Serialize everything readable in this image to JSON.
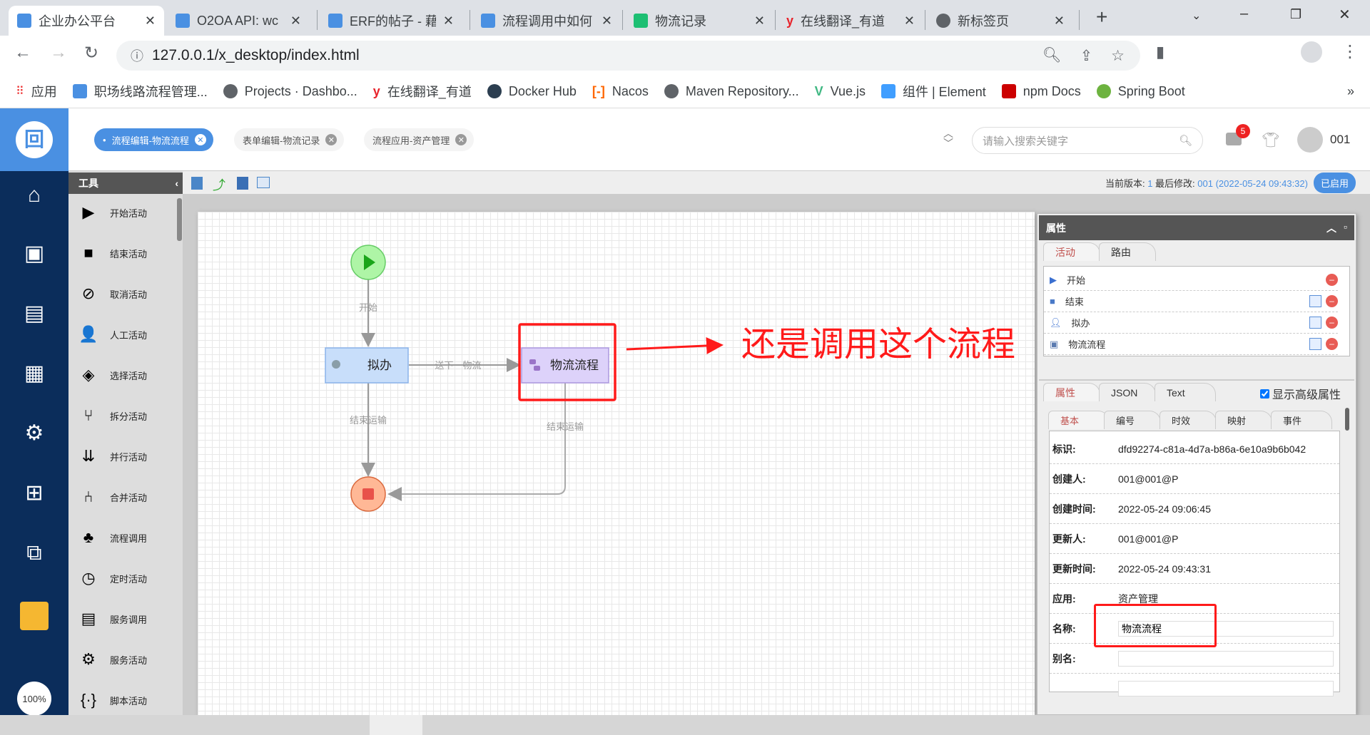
{
  "browser": {
    "tabs": [
      {
        "title": "企业办公平台",
        "active": true
      },
      {
        "title": "O2OA API: wc"
      },
      {
        "title": "ERF的帖子 - 藉"
      },
      {
        "title": "流程调用中如何"
      },
      {
        "title": "物流记录"
      },
      {
        "title": "在线翻译_有道"
      },
      {
        "title": "新标签页"
      }
    ],
    "url": "127.0.0.1/x_desktop/index.html",
    "bookmarks": [
      "应用",
      "职场线路流程管理...",
      "Projects · Dashbo...",
      "在线翻译_有道",
      "Docker Hub",
      "Nacos",
      "Maven Repository...",
      "Vue.js",
      "组件 | Element",
      "npm Docs",
      "Spring Boot"
    ],
    "more": "»"
  },
  "app": {
    "page_tabs": [
      {
        "label": "流程编辑-物流流程",
        "active": true
      },
      {
        "label": "表单编辑-物流记录"
      },
      {
        "label": "流程应用-资产管理"
      }
    ],
    "search_placeholder": "请输入搜索关键字",
    "notif_count": "5",
    "user": "001",
    "zoom": "100%"
  },
  "tools": {
    "title": "工具",
    "items": [
      {
        "label": "开始活动",
        "icon": "▶"
      },
      {
        "label": "结束活动",
        "icon": "■"
      },
      {
        "label": "取消活动",
        "icon": "⊘"
      },
      {
        "label": "人工活动",
        "icon": "👤"
      },
      {
        "label": "选择活动",
        "icon": "◈"
      },
      {
        "label": "拆分活动",
        "icon": "⑂"
      },
      {
        "label": "并行活动",
        "icon": "⇊"
      },
      {
        "label": "合并活动",
        "icon": "⑃"
      },
      {
        "label": "流程调用",
        "icon": "♣"
      },
      {
        "label": "定时活动",
        "icon": "◷"
      },
      {
        "label": "服务调用",
        "icon": "▤"
      },
      {
        "label": "服务活动",
        "icon": "⚙"
      },
      {
        "label": "脚本活动",
        "icon": "{·}"
      }
    ]
  },
  "version": {
    "label": "当前版本:",
    "value": "1",
    "modified_label": "最后修改:",
    "modified": "001 (2022-05-24 09:43:32)",
    "status": "已启用"
  },
  "diagram": {
    "nodes": {
      "task": "拟办",
      "subprocess": "物流流程"
    },
    "routes": {
      "start": "开始",
      "next": "送下一物流",
      "end1": "结束运输",
      "end2": "结束运输"
    },
    "annotation": "还是调用这个流程",
    "annotation_color": "#ff1a1a"
  },
  "props": {
    "title": "属性",
    "top_tabs": [
      "活动",
      "路由"
    ],
    "activities": [
      "开始",
      "结束",
      "拟办",
      "物流流程"
    ],
    "mid_tabs": [
      "属性",
      "JSON",
      "Text"
    ],
    "advanced_label": "显示高级属性",
    "sub_tabs": [
      "基本",
      "编号",
      "时效",
      "映射",
      "事件"
    ],
    "fields": [
      {
        "label": "标识:",
        "value": "dfd92274-c81a-4d7a-b86a-6e10a9b6b042"
      },
      {
        "label": "创建人:",
        "value": "001@001@P"
      },
      {
        "label": "创建时间:",
        "value": "2022-05-24 09:06:45"
      },
      {
        "label": "更新人:",
        "value": "001@001@P"
      },
      {
        "label": "更新时间:",
        "value": "2022-05-24 09:43:31"
      },
      {
        "label": "应用:",
        "value": "资产管理"
      },
      {
        "label": "名称:",
        "value": "物流流程"
      },
      {
        "label": "别名:",
        "value": ""
      }
    ]
  }
}
